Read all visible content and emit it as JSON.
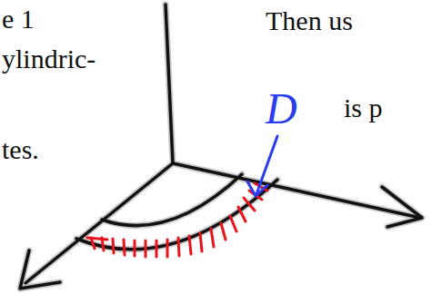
{
  "diagram": {
    "labels": [
      "e 1",
      "ylindric-",
      "tes.",
      "Then us",
      "is p",
      "D"
    ]
  }
}
